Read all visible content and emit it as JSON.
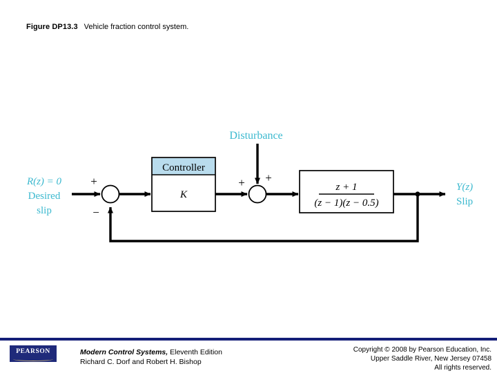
{
  "caption": {
    "figure_number": "Figure DP13.3",
    "figure_title": "Vehicle fraction control system."
  },
  "colors": {
    "signal_label": "#3cb9cf",
    "block_header": "#b9dced",
    "line": "#000000",
    "footer_rule": "#141e78",
    "logo_bg": "#1f2a7a"
  },
  "diagram": {
    "type": "block-diagram",
    "input_label": {
      "line1": "R(z) = 0",
      "line2": "Desired",
      "line3": "slip"
    },
    "output_label": {
      "line1": "Y(z)",
      "line2": "Slip"
    },
    "disturbance_label": "Disturbance",
    "sum_junction_1": {
      "sign_input": "+",
      "sign_feedback": "−"
    },
    "sum_junction_2": {
      "sign_forward": "+",
      "sign_disturbance": "+"
    },
    "controller_block": {
      "header": "Controller",
      "body": "K"
    },
    "plant_block": {
      "numerator": "z + 1",
      "denominator": "(z − 1)(z − 0.5)"
    }
  },
  "footer": {
    "logo_word": "PEARSON",
    "book_title": "Modern Control Systems,",
    "book_edition": " Eleventh Edition",
    "authors": "Richard C. Dorf and Robert H. Bishop",
    "copyright_line1": "Copyright © 2008 by Pearson Education, Inc.",
    "copyright_line2": "Upper Saddle River, New Jersey 07458",
    "copyright_line3": "All rights reserved."
  }
}
